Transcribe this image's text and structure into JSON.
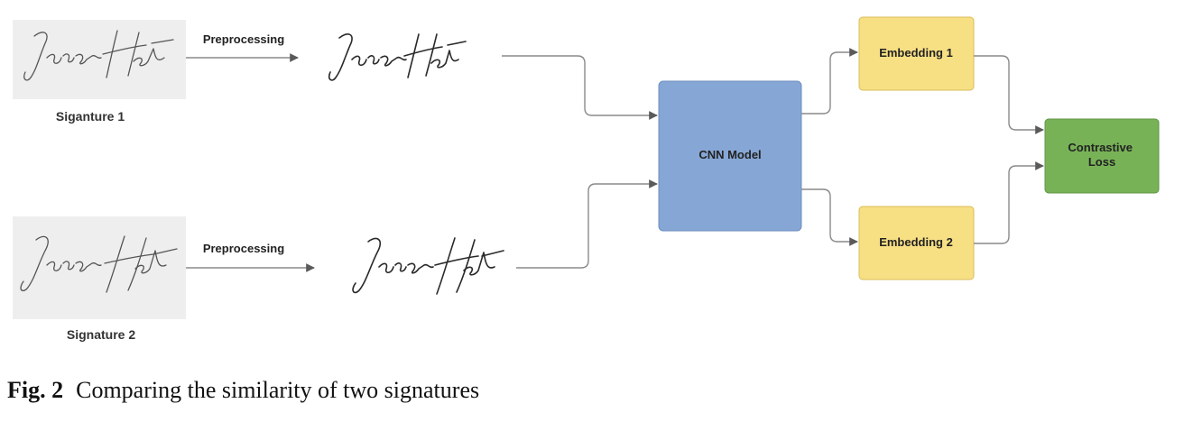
{
  "diagram": {
    "signature_1": {
      "caption": "Siganture 1",
      "image": "Jason Holt handwritten signature (raw scan)",
      "processed_image": "Jason Holt handwritten signature (preprocessed)",
      "preprocessing_label": "Preprocessing"
    },
    "signature_2": {
      "caption": "Signature 2",
      "image": "Jason Holt handwritten signature (raw scan)",
      "processed_image": "Jason Holt handwritten signature (preprocessed)",
      "preprocessing_label": "Preprocessing"
    },
    "nodes": {
      "cnn_model": "CNN Model",
      "embedding_1": "Embedding 1",
      "embedding_2": "Embedding 2",
      "contrastive_loss_line1": "Contrastive",
      "contrastive_loss_line2": "Loss"
    },
    "colors": {
      "cnn_fill": "#86a7d6",
      "cnn_stroke": "#6f8fbf",
      "embedding_fill": "#f7df84",
      "embedding_stroke": "#d9bd5a",
      "loss_fill": "#78b257",
      "loss_stroke": "#5f9644",
      "scan_background": "#eeeeee",
      "edge": "#8a8a8a"
    }
  },
  "caption": {
    "label": "Fig. 2",
    "text": "Comparing the similarity of two signatures"
  }
}
